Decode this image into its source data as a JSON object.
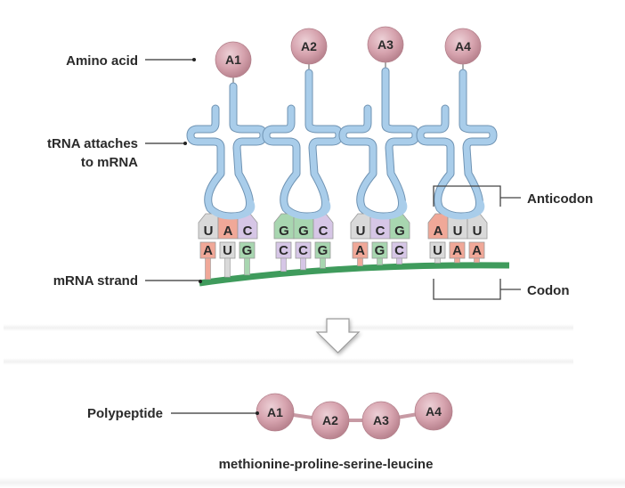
{
  "labels": {
    "amino_acid": "Amino acid",
    "trna_line1": "tRNA attaches",
    "trna_line2": "to mRNA",
    "mrna_strand": "mRNA strand",
    "anticodon": "Anticodon",
    "codon": "Codon",
    "polypeptide": "Polypeptide",
    "sequence": "methionine-proline-serine-leucine"
  },
  "trnas": [
    {
      "amino_acid": "A1",
      "anticodon": [
        "U",
        "A",
        "C"
      ],
      "codon": [
        "A",
        "U",
        "G"
      ]
    },
    {
      "amino_acid": "A2",
      "anticodon": [
        "G",
        "G",
        "C"
      ],
      "codon": [
        "C",
        "C",
        "G"
      ]
    },
    {
      "amino_acid": "A3",
      "anticodon": [
        "U",
        "C",
        "G"
      ],
      "codon": [
        "A",
        "G",
        "C"
      ]
    },
    {
      "amino_acid": "A4",
      "anticodon": [
        "A",
        "U",
        "U"
      ],
      "codon": [
        "U",
        "A",
        "A"
      ]
    }
  ],
  "polypeptide": [
    "A1",
    "A2",
    "A3",
    "A4"
  ],
  "colors": {
    "amino_acid": "#d6a3ae",
    "trna": "#a9cdea",
    "trna_outline": "#6f93b3",
    "mrna": "#3f9b5c",
    "base_A": "#f0a898",
    "base_U": "#d9d9d9",
    "base_G": "#a8d6b0",
    "base_C": "#d6c6e6"
  }
}
